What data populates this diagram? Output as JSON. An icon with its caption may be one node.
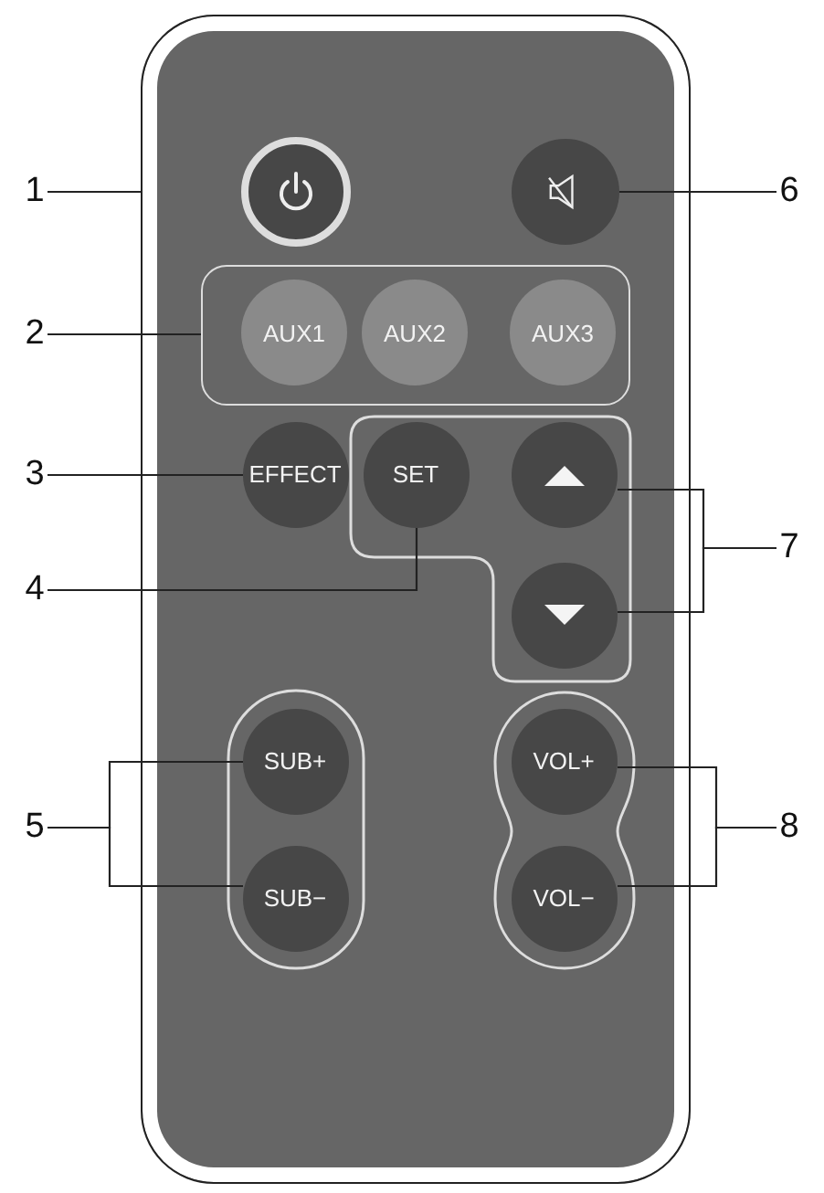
{
  "diagram": {
    "nodes": [
      {
        "text": [
          "1"
        ]
      },
      {
        "text": [],
        "shape": "box"
      },
      {
        "text": [],
        "shape": "circle",
        "in": 1
      },
      {
        "text": [],
        "shape": "circle",
        "in": 1
      },
      {
        "text": [
          "6"
        ]
      },
      {
        "text": [
          "2"
        ]
      },
      {
        "text": [],
        "shape": "box",
        "in": 1
      },
      {
        "text": [
          "AUX1"
        ],
        "in": 6
      },
      {
        "text": [
          "AUX2"
        ],
        "in": 6
      },
      {
        "text": [
          "AUX3"
        ],
        "in": 6
      },
      {
        "text": [
          "3"
        ]
      },
      {
        "text": [
          "EFFECT"
        ],
        "in": 1
      },
      {
        "text": [
          "SET"
        ],
        "in": 1
      },
      {
        "text": [],
        "shape": "circle",
        "in": 1
      },
      {
        "text": [
          "7"
        ]
      },
      {
        "text": [
          "4"
        ]
      },
      {
        "text": [],
        "shape": "circle",
        "in": 1
      },
      {
        "text": [
          "5"
        ]
      },
      {
        "text": [
          "SUB+"
        ],
        "in": 1
      },
      {
        "text": [
          "VOL+"
        ],
        "in": 1
      },
      {
        "text": [
          "8"
        ]
      },
      {
        "text": [
          "SUB−"
        ],
        "in": 1
      },
      {
        "text": [
          "VOL−"
        ],
        "in": 1
      }
    ],
    "edges": [
      {
        "from": 0,
        "to": 1,
        "arrow": "none"
      },
      {
        "from": 4,
        "to": 3,
        "arrow": "none"
      },
      {
        "from": 5,
        "to": 6,
        "arrow": "none"
      },
      {
        "from": 10,
        "to": 11,
        "arrow": "none"
      },
      {
        "from": 15,
        "to": 12,
        "arrow": "none"
      },
      {
        "from": 14,
        "to": 13,
        "arrow": "none"
      },
      {
        "from": 14,
        "to": 16,
        "arrow": "none"
      },
      {
        "from": 17,
        "to": 18,
        "arrow": "none"
      },
      {
        "from": 17,
        "to": 21,
        "arrow": "none"
      },
      {
        "from": 20,
        "to": 19,
        "arrow": "none"
      },
      {
        "from": 20,
        "to": 22,
        "arrow": "none"
      }
    ]
  }
}
